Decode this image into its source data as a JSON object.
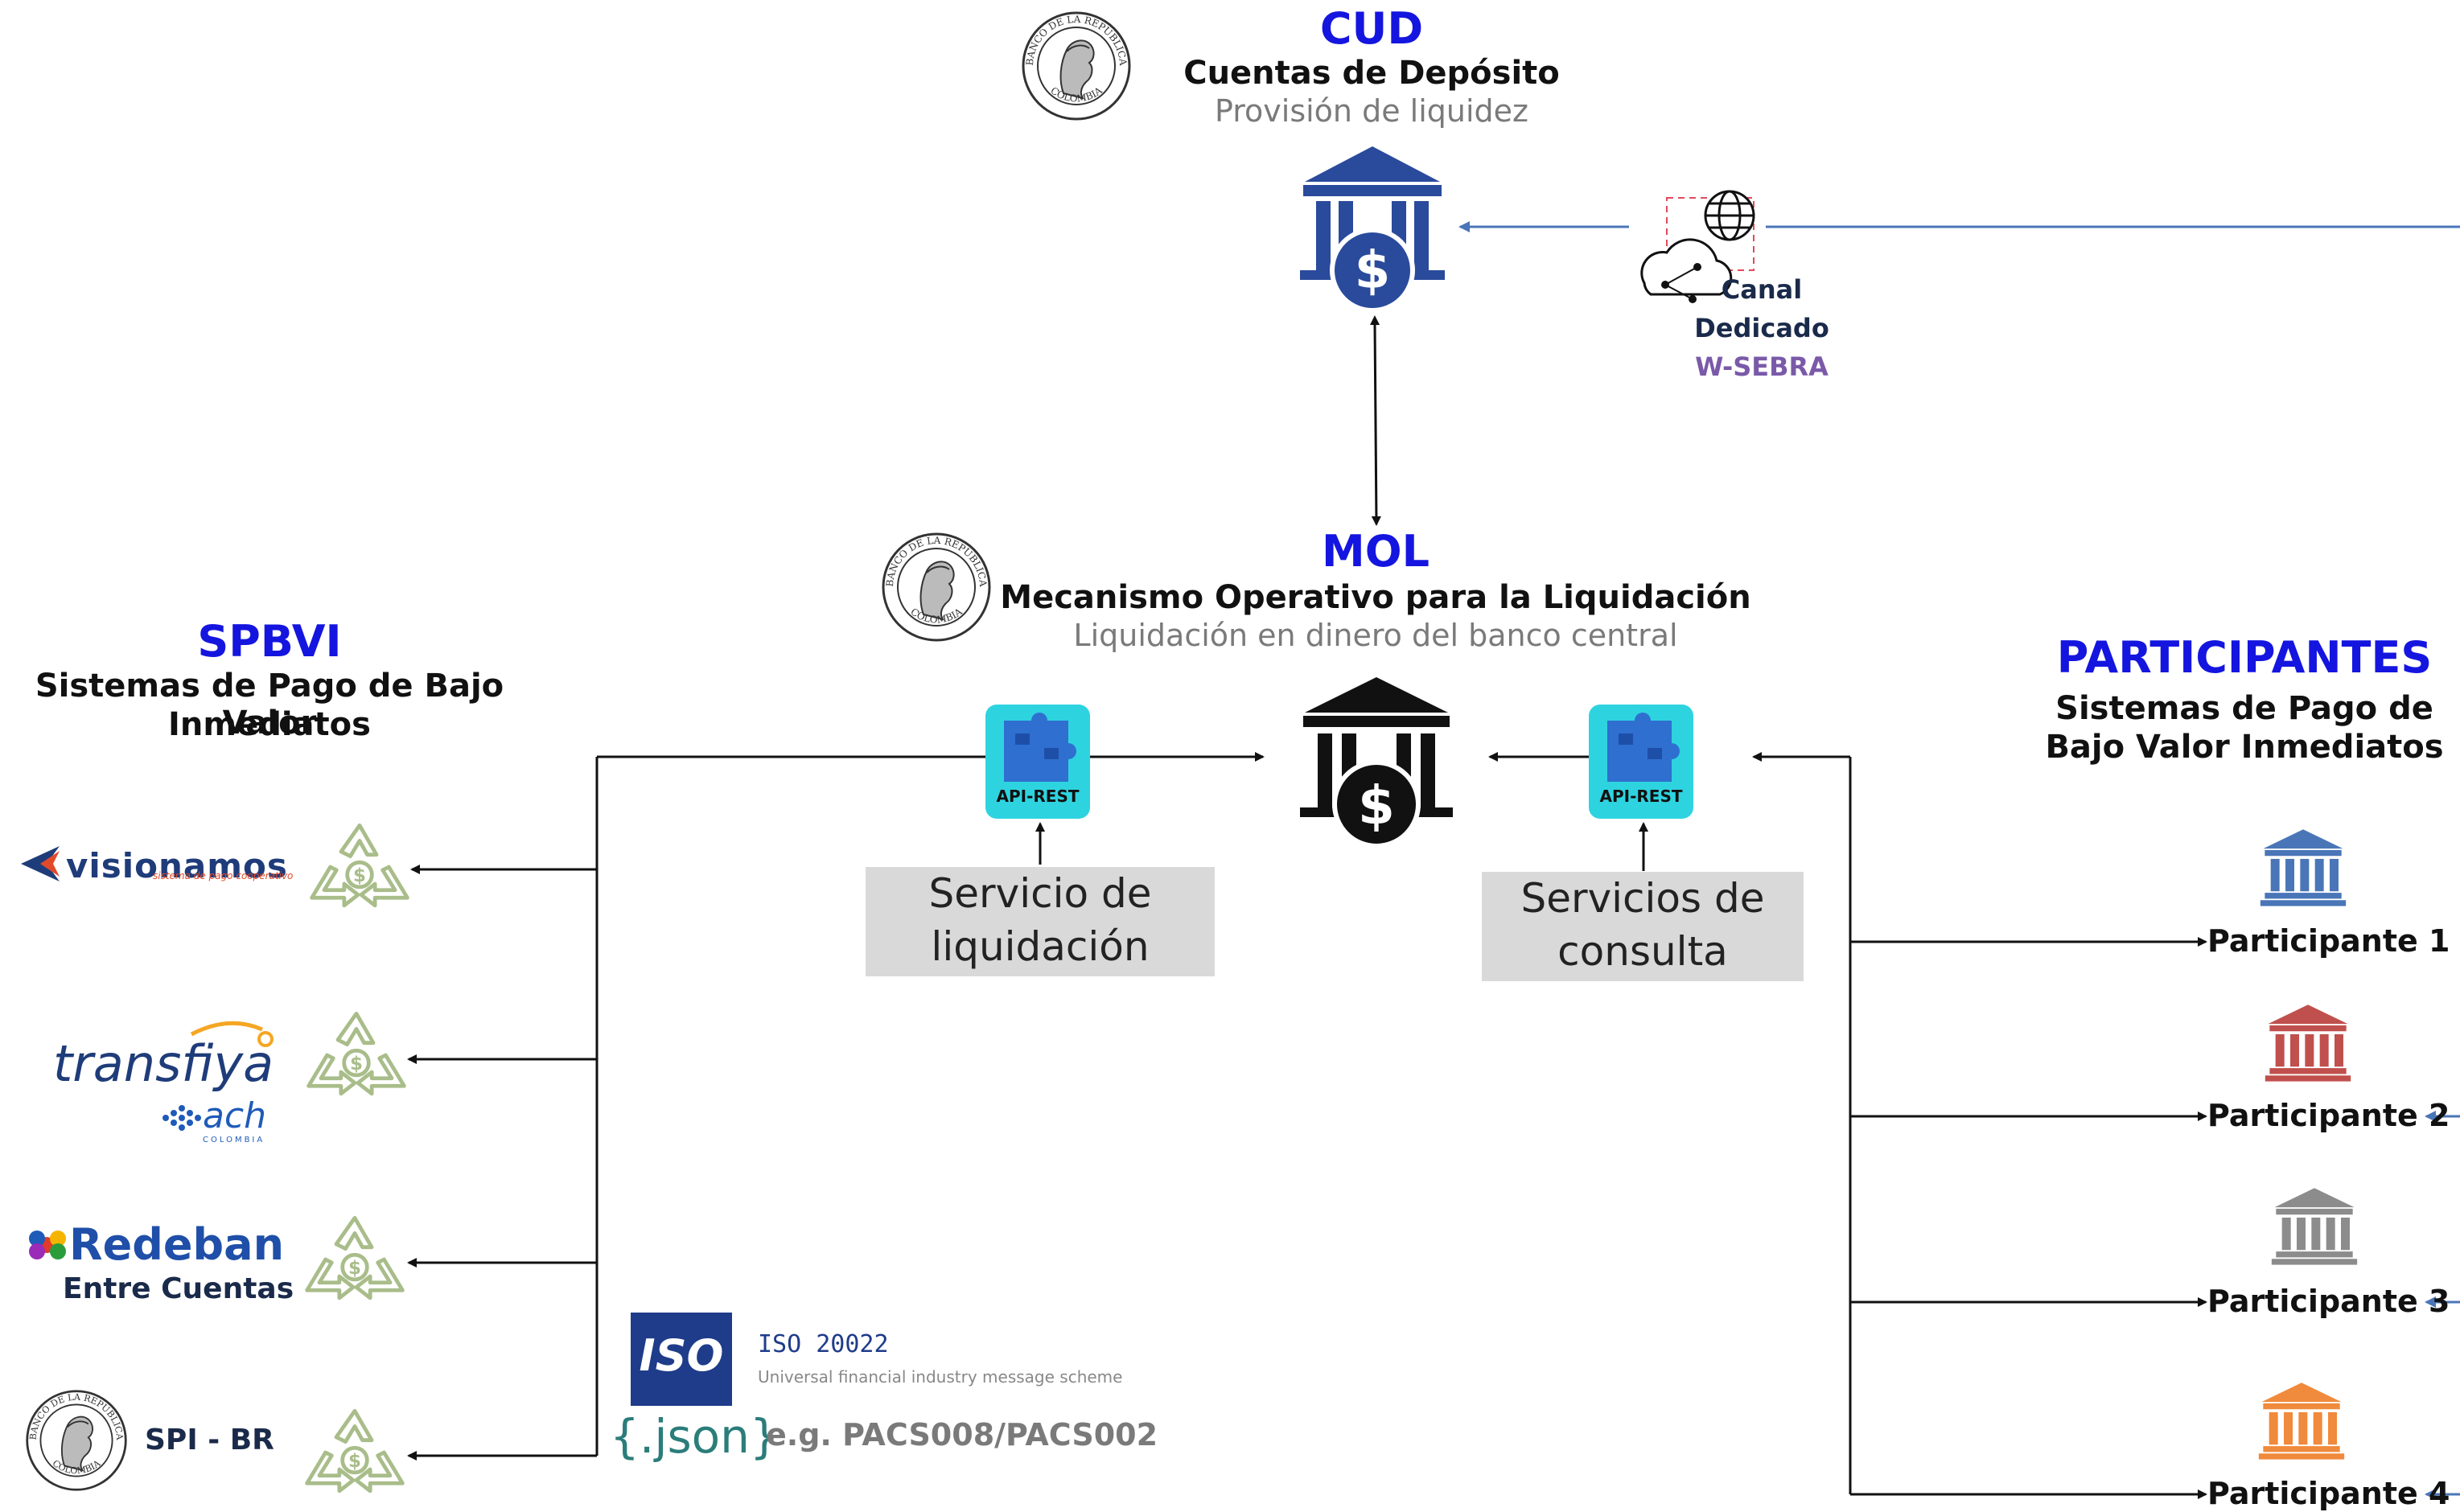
{
  "cud": {
    "acronym": "CUD",
    "name": "Cuentas de Depósito",
    "description": "Provisión de liquidez"
  },
  "canal": {
    "line1": "Canal",
    "line2": "Dedicado",
    "line3": "W-SEBRA"
  },
  "mol": {
    "acronym": "MOL",
    "name": "Mecanismo Operativo para la Liquidación",
    "description": "Liquidación en dinero del banco central"
  },
  "spbvi": {
    "acronym": "SPBVI",
    "name_line1": "Sistemas de Pago de Bajo Valor",
    "name_line2": "Inmediatos",
    "systems": [
      {
        "logo": "visionamos",
        "subtitle": "sistema de pago cooperativo"
      },
      {
        "logo": "transfiya",
        "sublogo": "ach",
        "sublogo_caption": "COLOMBIA"
      },
      {
        "logo": "Redeban",
        "caption": "Entre Cuentas"
      },
      {
        "logo": "banco-republica-seal",
        "caption": "SPI - BR"
      }
    ]
  },
  "services": {
    "api_label": "API-REST",
    "liquidacion": {
      "line1": "Servicio de",
      "line2": "liquidación"
    },
    "consulta": {
      "line1": "Servicios de",
      "line2": "consulta"
    }
  },
  "participantes": {
    "acronym": "PARTICIPANTES",
    "name_line1": "Sistemas de Pago de",
    "name_line2": "Bajo Valor Inmediatos",
    "items": [
      {
        "label": "Participante 1",
        "color": "#4a76b8"
      },
      {
        "label": "Participante 2",
        "color": "#c0504d"
      },
      {
        "label": "Participante 3",
        "color": "#8c8c8c"
      },
      {
        "label": "Participante 4",
        "color": "#f08a3c"
      }
    ]
  },
  "standards": {
    "iso_mark": "ISO",
    "iso_title": "ISO 20022",
    "iso_subtitle": "Universal financial industry message scheme",
    "json_mark": "{.json}",
    "example": "e.g. PACS008/PACS002"
  },
  "seal": {
    "top_text": "BANCO DE LA REPUBLICA",
    "bottom_text": "COLOMBIA"
  },
  "colors": {
    "accent_blue": "#1515e0",
    "bank_blue": "#2a4a9c",
    "api_tile": "#2ed3e0",
    "api_puzzle": "#2f6fd0",
    "arrow_blue": "#4a76b8",
    "cloud_red_dash": "#e04a5a",
    "recycle_green": "#a9bd8a"
  },
  "icons": [
    "bank-dollar-icon",
    "api-puzzle-icon",
    "recycle-money-icon",
    "cloud-network-icon",
    "globe-icon",
    "bank-icon",
    "seal-icon"
  ]
}
